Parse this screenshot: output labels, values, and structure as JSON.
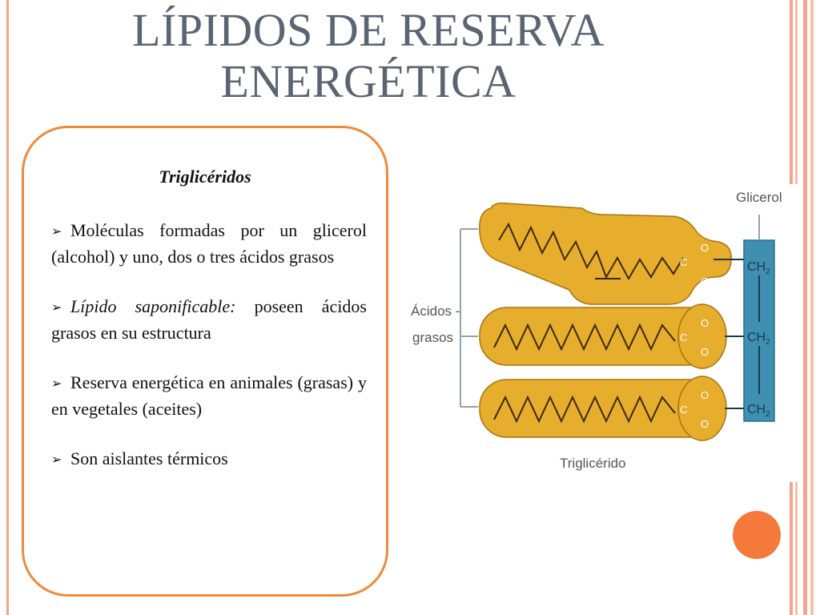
{
  "slide": {
    "title_line1": "LÍPIDOS DE RESERVA",
    "title_line2": "ENERGÉTICA"
  },
  "textbox": {
    "heading": "Triglicéridos",
    "bullets": [
      {
        "text": "Moléculas formadas por un glicerol (alcohol) y uno, dos o tres ácidos grasos"
      },
      {
        "italic_part": "Lípido saponificable:",
        "text": " poseen ácidos grasos en su estructura"
      },
      {
        "text": "Reserva energética en animales (grasas) y en vegetales (aceites)"
      },
      {
        "text": "Son aislantes térmicos"
      }
    ]
  },
  "figure": {
    "label_glicerol": "Glicerol",
    "label_acidos_1": "Ácidos -",
    "label_acidos_2": "grasos",
    "label_trigliceride": "Triglicérido",
    "ch2": "CH",
    "ch2_sub": "2",
    "carbon": "C",
    "oxygen": "O"
  },
  "colors": {
    "title": "#5a6473",
    "box_border": "#ef8a3c",
    "fatty_acid_fill": "#e7ad2d",
    "glycerol_fill": "#3f8fb3",
    "accent_dot": "#f5793a",
    "frame": "#f3a489"
  },
  "icons": {
    "bullet": "arrow-bullet-icon"
  }
}
